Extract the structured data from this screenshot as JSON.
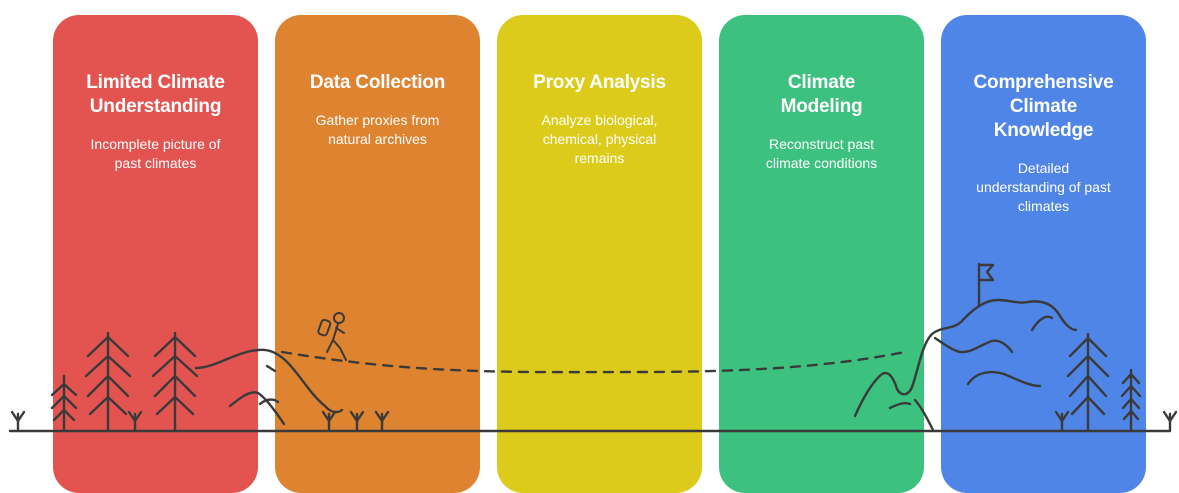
{
  "colors": {
    "card1": "#e35451",
    "card2": "#de8330",
    "card3": "#dccb1b",
    "card4": "#3cc17f",
    "card5": "#4f85e6",
    "line": "#3a3a3a"
  },
  "stages": [
    {
      "title": "Limited Climate\nUnderstanding",
      "description": "Incomplete picture of\npast climates"
    },
    {
      "title": "Data Collection",
      "description": "Gather proxies from\nnatural archives"
    },
    {
      "title": "Proxy Analysis",
      "description": "Analyze biological,\nchemical, physical\nremains"
    },
    {
      "title": "Climate\nModeling",
      "description": "Reconstruct past\nclimate conditions"
    },
    {
      "title": "Comprehensive\nClimate\nKnowledge",
      "description": "Detailed\nunderstanding of past\nclimates"
    }
  ],
  "icons": [
    "pine-tree-icon",
    "hiker-icon",
    "mountain-icon",
    "summit-flag-icon",
    "grass-sprout-icon"
  ]
}
